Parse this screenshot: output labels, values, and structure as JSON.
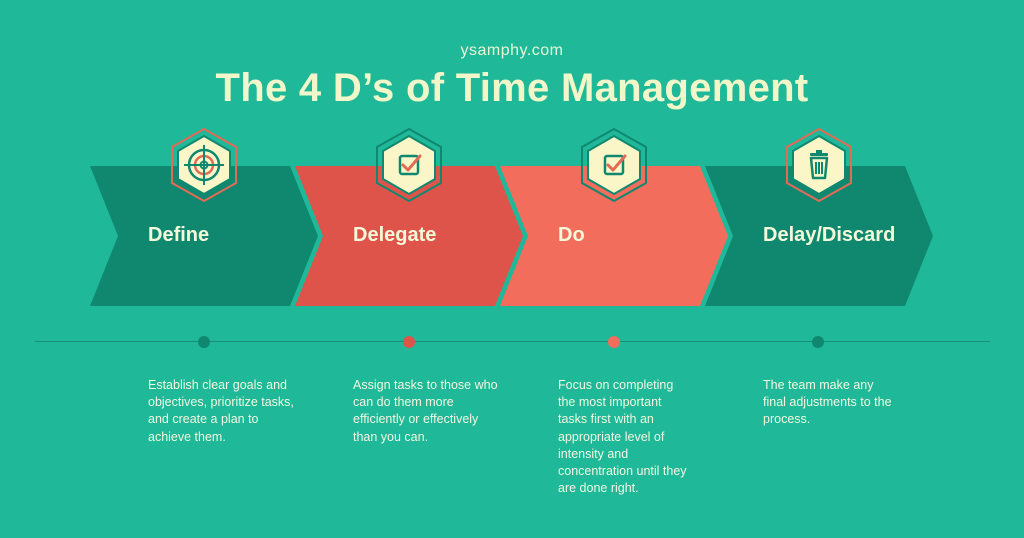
{
  "header": {
    "site": "ysamphy.com",
    "title": "The 4 D’s of Time Management"
  },
  "steps": [
    {
      "label": "Define",
      "icon": "target-icon",
      "description": "Establish clear goals and objectives, prioritize tasks, and create a plan to achieve them.",
      "color": "#108870"
    },
    {
      "label": "Delegate",
      "icon": "checkbox-icon",
      "description": "Assign tasks to those who can do them more efficiently or effectively than you can.",
      "color": "#df544a"
    },
    {
      "label": "Do",
      "icon": "checkbox-icon",
      "description": "Focus on completing the most important tasks first with an appropriate level of intensity and concentration until they are done right.",
      "color": "#f26d5c"
    },
    {
      "label": "Delay/Discard",
      "icon": "trash-icon",
      "description": "The team make any final adjustments to the process.",
      "color": "#108870"
    }
  ],
  "colors": {
    "background": "#1fb899",
    "dark_teal": "#108870",
    "red": "#df544a",
    "coral": "#f26d5c",
    "icon_fill": "#fbf6c8"
  }
}
